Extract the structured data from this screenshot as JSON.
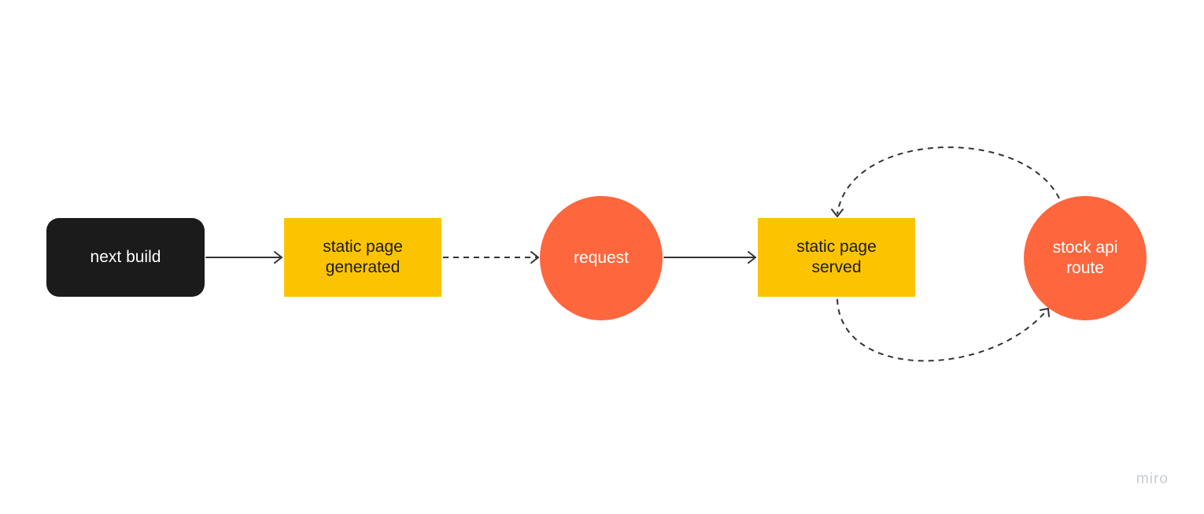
{
  "diagram": {
    "colors": {
      "dark": "#1b1b1b",
      "yellow": "#fcc400",
      "orange": "#fe663d",
      "line": "#333333"
    },
    "nodes": {
      "next_build": "next build",
      "static_generated": "static page\ngenerated",
      "request": "request",
      "static_served": "static page\nserved",
      "stock_api": "stock api\nroute"
    },
    "edges": [
      {
        "from": "next_build",
        "to": "static_generated",
        "style": "solid"
      },
      {
        "from": "static_generated",
        "to": "request",
        "style": "dashed"
      },
      {
        "from": "request",
        "to": "static_served",
        "style": "solid"
      },
      {
        "from": "static_served",
        "to": "stock_api",
        "style": "dashed-curve"
      },
      {
        "from": "stock_api",
        "to": "static_served",
        "style": "dashed-curve"
      }
    ]
  },
  "watermark": "miro"
}
